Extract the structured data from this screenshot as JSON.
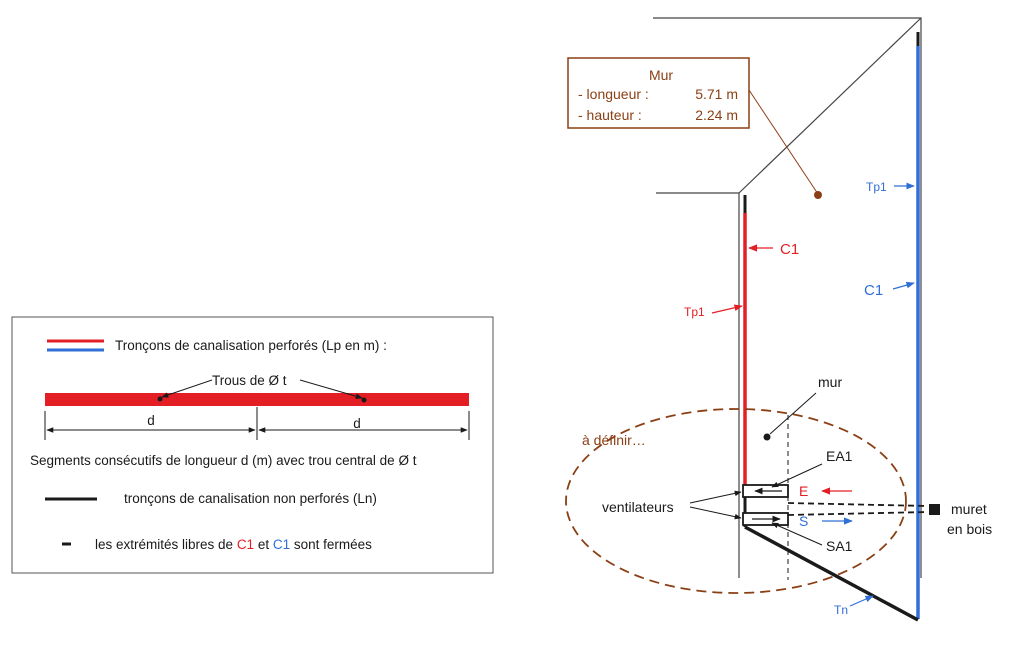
{
  "legend": {
    "perforated": "Tronçons de canalisation perforés (Lp en m) :",
    "holes": "Trous de Ø t",
    "d_left": "d",
    "d_right": "d",
    "segments": "Segments consécutifs de longueur d (m) avec trou central de Ø t",
    "non_perforated": "tronçons de canalisation non perforés (Ln)",
    "ends_prefix": "les extrémités libres de ",
    "ends_c1_red": "C1",
    "ends_and": " et ",
    "ends_c1_blue": "C1",
    "ends_suffix": " sont fermées"
  },
  "wall_box": {
    "title": "Mur",
    "length_label": "- longueur :",
    "length_value": "5.71 m",
    "height_label": "- hauteur :",
    "height_value": "2.24 m"
  },
  "labels": {
    "c1_red": "C1",
    "tp1_red": "Tp1",
    "tp1_blue": "Tp1",
    "c1_blue": "C1",
    "mur": "mur",
    "a_definir": "à définir…",
    "ea1": "EA1",
    "e": "E",
    "s": "S",
    "sa1": "SA1",
    "ventilateurs": "ventilateurs",
    "muret_line1": "muret",
    "muret_line2": "en bois",
    "tn": "Tn"
  },
  "colors": {
    "red": "#e31e24",
    "blue": "#2f6fd6",
    "brown": "#8b3f14",
    "dark": "#1a1a1a"
  }
}
